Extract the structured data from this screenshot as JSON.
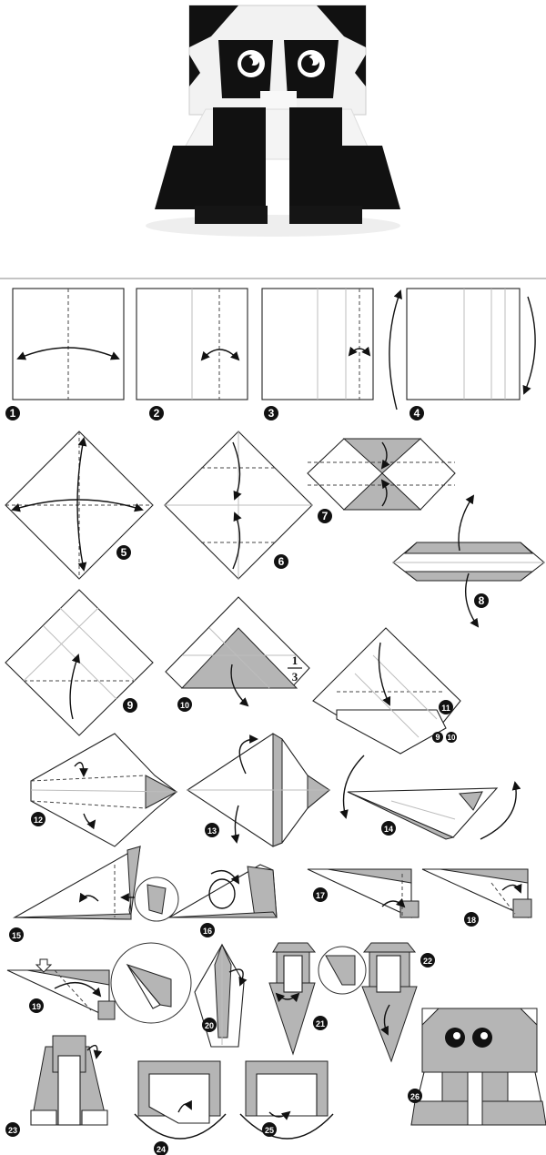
{
  "steps": [
    "1",
    "2",
    "3",
    "4",
    "5",
    "6",
    "7",
    "8",
    "9",
    "10",
    "11",
    "12",
    "13",
    "14",
    "15",
    "16",
    "17",
    "18",
    "19",
    "20",
    "21",
    "22",
    "23",
    "24",
    "25",
    "26"
  ],
  "annotations": {
    "fraction_numerator": "1",
    "fraction_denominator": "3",
    "repeat_ref_a": "9",
    "repeat_ref_b": "10"
  },
  "colors": {
    "paper_black": "#111111",
    "paper_white": "#ffffff",
    "diagram_grey": "#b5b5b5",
    "divider": "#888888"
  }
}
